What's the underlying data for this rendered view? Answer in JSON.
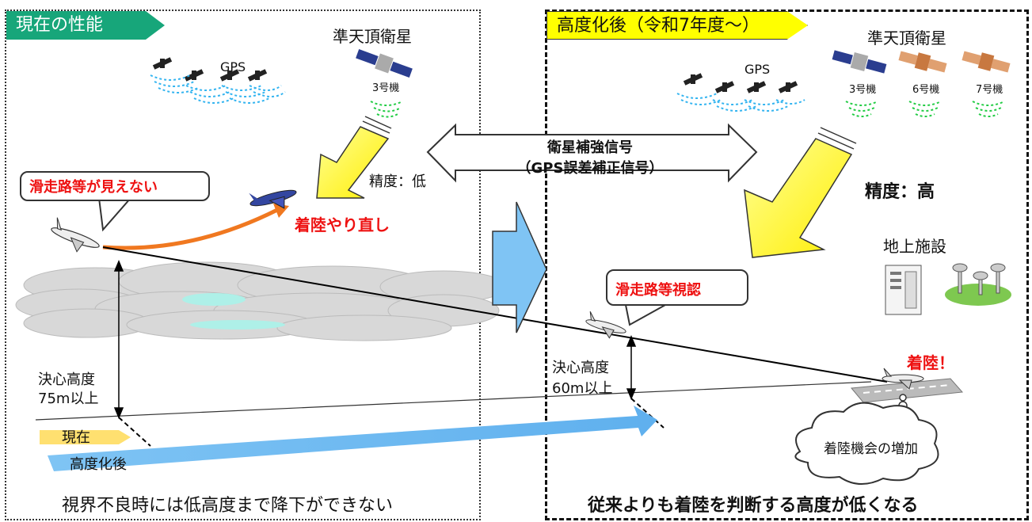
{
  "left": {
    "tag": "現在の性能",
    "gps_label": "GPS",
    "qzss_label": "準天頂衛星",
    "sat3_label": "3号機",
    "accuracy": "精度：低",
    "callout": "滑走路等が見えない",
    "go_around": "着陸やり直し",
    "decision_height": [
      "決心高度",
      "75m以上"
    ],
    "legend_current": "現在",
    "legend_after": "高度化後",
    "bottom": "視界不良時には低高度まで降下ができない"
  },
  "center": {
    "signal_line1": "衛星補強信号",
    "signal_line2": "（GPS誤差補正信号）"
  },
  "right": {
    "tag": "高度化後（令和7年度～）",
    "gps_label": "GPS",
    "qzss_label": "準天頂衛星",
    "sat_labels": [
      "3号機",
      "6号機",
      "7号機"
    ],
    "accuracy": "精度：高",
    "ground": "地上施設",
    "callout": "滑走路等視認",
    "decision_height": [
      "決心高度",
      "60m以上"
    ],
    "landing": "着陸！",
    "cloud_text": "着陸機会の増加",
    "bottom": "従来よりも着陸を判断する高度が低くなる"
  },
  "colors": {
    "green_tag": "#17a67a",
    "yellow_tag": "#ffff00",
    "red_text": "#ee1111",
    "orange_path": "#f07820",
    "blue_arrow": "#7fc4f4",
    "yellow_arrow": "#ffff22"
  }
}
